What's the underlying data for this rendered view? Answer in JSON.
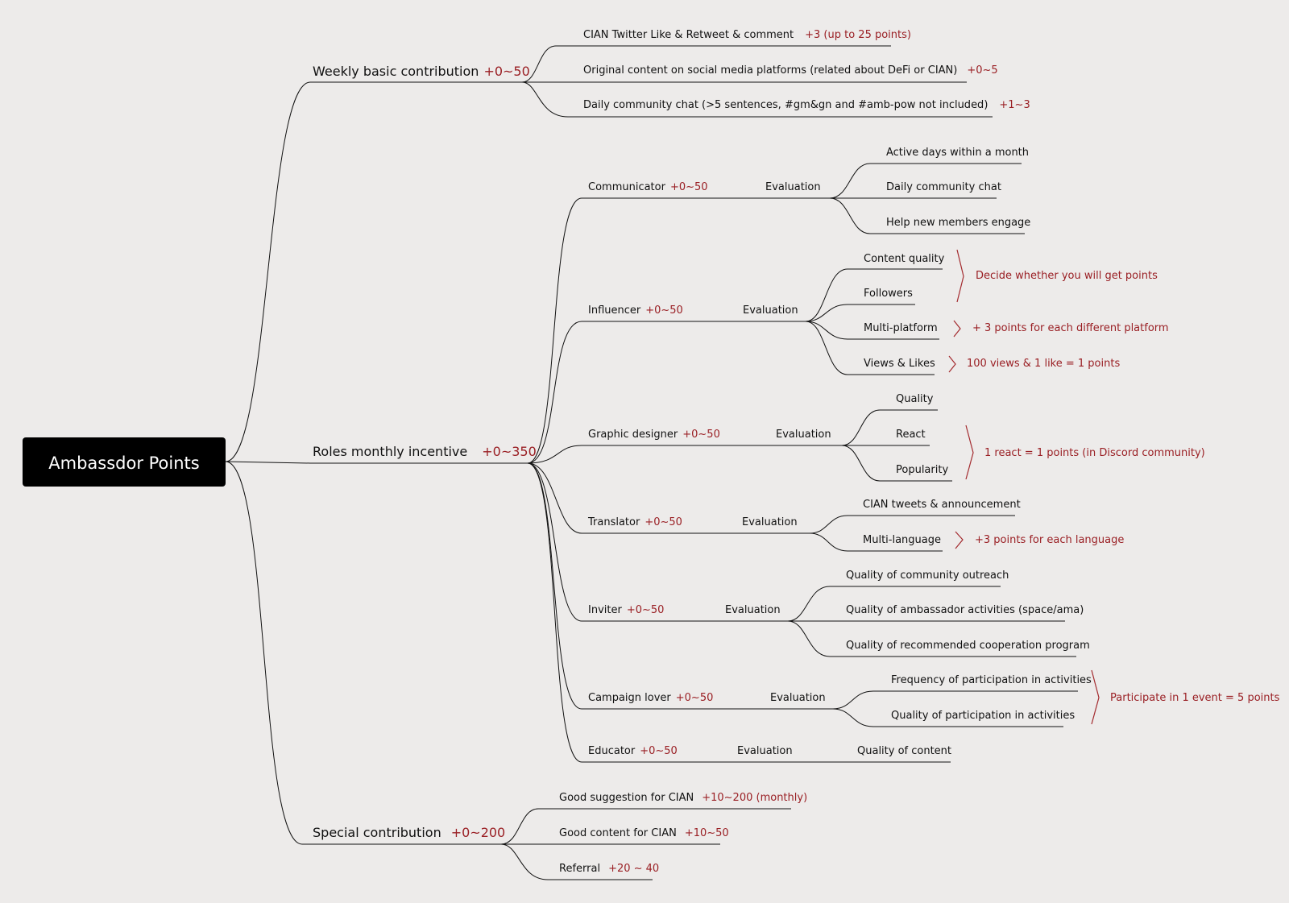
{
  "root": {
    "label": "Ambassdor Points"
  },
  "weekly": {
    "label": "Weekly basic contribution",
    "points": "+0~50",
    "items": [
      {
        "label": "CIAN Twitter Like & Retweet & comment",
        "points": "+3 (up to 25 points)"
      },
      {
        "label": "Original content on social media platforms (related about DeFi or CIAN)",
        "points": "+0~5"
      },
      {
        "label": "Daily community chat (>5 sentences, #gm&gn and #amb-pow not included)",
        "points": "+1~3"
      }
    ]
  },
  "roles": {
    "label": "Roles monthly incentive",
    "points": "+0~350",
    "eval_label": "Evaluation",
    "communicator": {
      "label": "Communicator",
      "points": "+0~50",
      "items": [
        "Active days within a month",
        "Daily community chat",
        "Help new members engage"
      ]
    },
    "influencer": {
      "label": "Influencer",
      "points": "+0~50",
      "items": [
        "Content quality",
        "Followers",
        "Multi-platform",
        "Views & Likes"
      ],
      "notes": [
        "Decide whether you will get points",
        "+ 3 points for each different platform",
        "100 views & 1 like = 1 points"
      ]
    },
    "designer": {
      "label": "Graphic designer",
      "points": "+0~50",
      "items": [
        "Quality",
        "React",
        "Popularity"
      ],
      "note": "1 react = 1 points (in Discord community)"
    },
    "translator": {
      "label": "Translator",
      "points": "+0~50",
      "items": [
        "CIAN tweets & announcement",
        "Multi-language"
      ],
      "note": "+3 points for each language"
    },
    "inviter": {
      "label": "Inviter",
      "points": "+0~50",
      "items": [
        "Quality of community outreach",
        "Quality of ambassador activities (space/ama)",
        "Quality of recommended cooperation program"
      ]
    },
    "campaign": {
      "label": "Campaign lover",
      "points": "+0~50",
      "items": [
        "Frequency of participation in activities",
        "Quality of participation in activities"
      ],
      "note": "Participate in 1 event = 5 points"
    },
    "educator": {
      "label": "Educator",
      "points": "+0~50",
      "items": [
        "Quality of content"
      ]
    }
  },
  "special": {
    "label": "Special contribution",
    "points": "+0~200",
    "items": [
      {
        "label": "Good suggestion for CIAN",
        "points": "+10~200 (monthly)"
      },
      {
        "label": "Good content for CIAN",
        "points": "+10~50"
      },
      {
        "label": "Referral",
        "points": "+20 ~ 40"
      }
    ]
  }
}
